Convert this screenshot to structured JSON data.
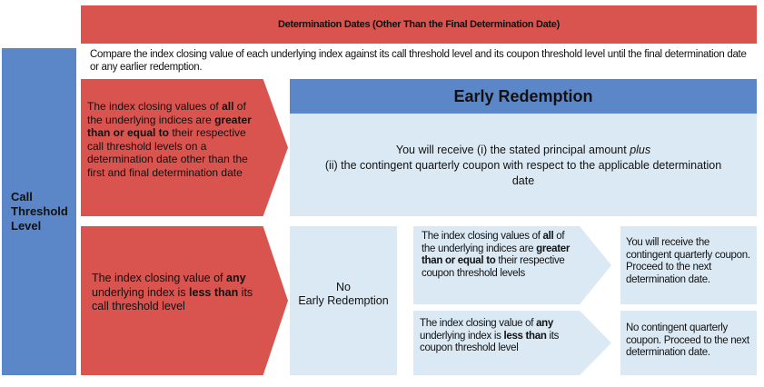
{
  "header": {
    "title": "Determination Dates (Other Than the Final Determination Date)"
  },
  "intro": {
    "text": "Compare the index closing value of each underlying index against its call threshold level and its coupon threshold level until the final determination date or any earlier redemption."
  },
  "left_column": {
    "line1": "Call",
    "line2": "Threshold",
    "line3": "Level"
  },
  "condition_all_above_call": {
    "p1": "The index closing values of ",
    "b1": "all",
    "p2": " of the underlying indices are ",
    "b2": "greater than or equal to",
    "p3": " their respective call threshold levels on a determination date other than the first and final determination date"
  },
  "condition_any_below_call": {
    "p1": "The index closing value of ",
    "b1": "any",
    "p2": " underlying index is ",
    "b2": "less than",
    "p3": " its call threshold level"
  },
  "early_redemption": {
    "title": "Early Redemption",
    "line1_prefix": "You will receive (i) the stated principal amount ",
    "line1_italic": "plus",
    "line2": "(ii) the contingent quarterly coupon with respect to the applicable determination date"
  },
  "no_early_redemption": {
    "line1": "No",
    "line2": "Early Redemption"
  },
  "condition_all_above_coupon": {
    "p1": "The index closing values of ",
    "b1": "all",
    "p2": " of the underlying indices are ",
    "b2": "greater than or equal to",
    "p3": " their respective coupon threshold levels"
  },
  "condition_any_below_coupon": {
    "p1": "The index closing value of ",
    "b1": "any",
    "p2": " underlying index is ",
    "b2": "less than",
    "p3": " its coupon threshold level"
  },
  "outcome_coupon_paid": {
    "text": "You will receive the contingent quarterly coupon. Proceed to the next determination date."
  },
  "outcome_no_coupon": {
    "text": "No contingent quarterly coupon. Proceed to the next determination date."
  },
  "colors": {
    "red": "#d9534f",
    "blue": "#5b87c8",
    "light_blue": "#dbe9f4"
  }
}
